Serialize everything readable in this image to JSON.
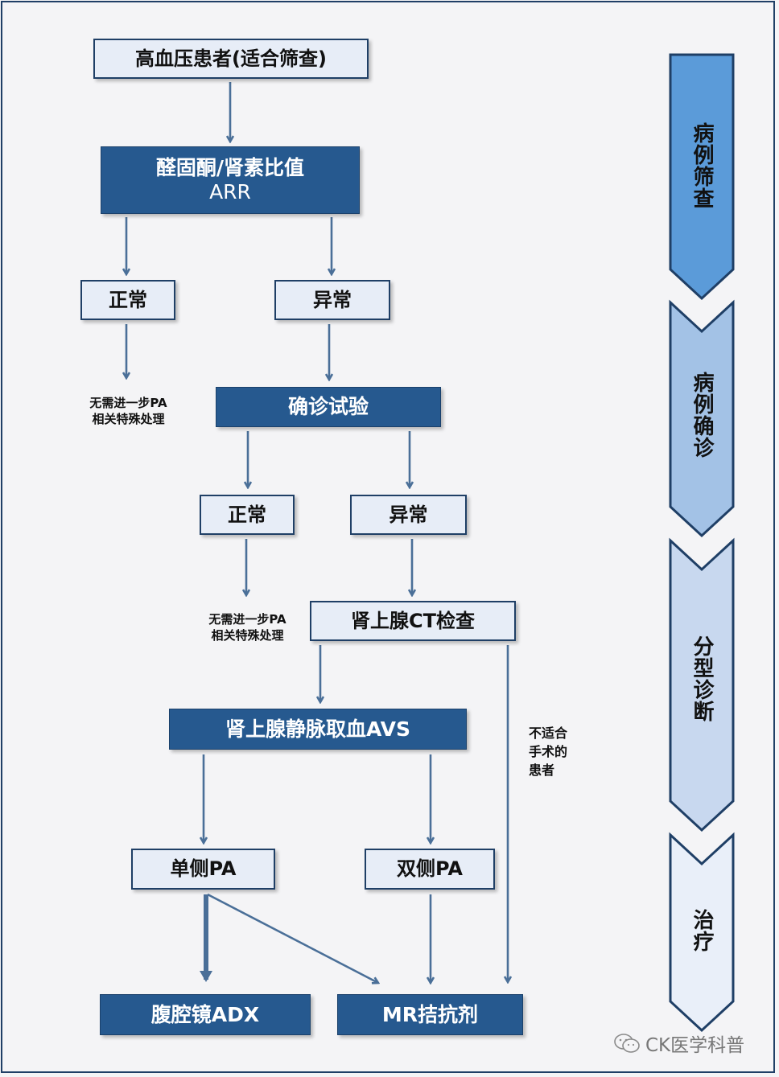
{
  "flow": {
    "start": "高血压患者(适合筛查)",
    "arr_line1": "醛固酮/肾素比值",
    "arr_line2": "ARR",
    "normal": "正常",
    "abnormal": "异常",
    "no_further_line1": "无需进一步PA",
    "no_further_line2": "相关特殊处理",
    "confirm_test": "确诊试验",
    "ct": "肾上腺CT检查",
    "avs": "肾上腺静脉取血AVS",
    "not_suitable_line1": "不适合",
    "not_suitable_line2": "手术的",
    "not_suitable_line3": "患者",
    "unilateral": "单侧PA",
    "bilateral": "双侧PA",
    "adx": "腹腔镜ADX",
    "mr": "MR拮抗剂"
  },
  "stages": [
    "病例筛查",
    "病例确诊",
    "分型诊断",
    "治疗"
  ],
  "stage_colors": [
    "#5b9bd9",
    "#a3c2e6",
    "#c8d8ef",
    "#e9eff9"
  ],
  "watermark": "CK医学科普",
  "watermark_icon": "wechat-icon"
}
